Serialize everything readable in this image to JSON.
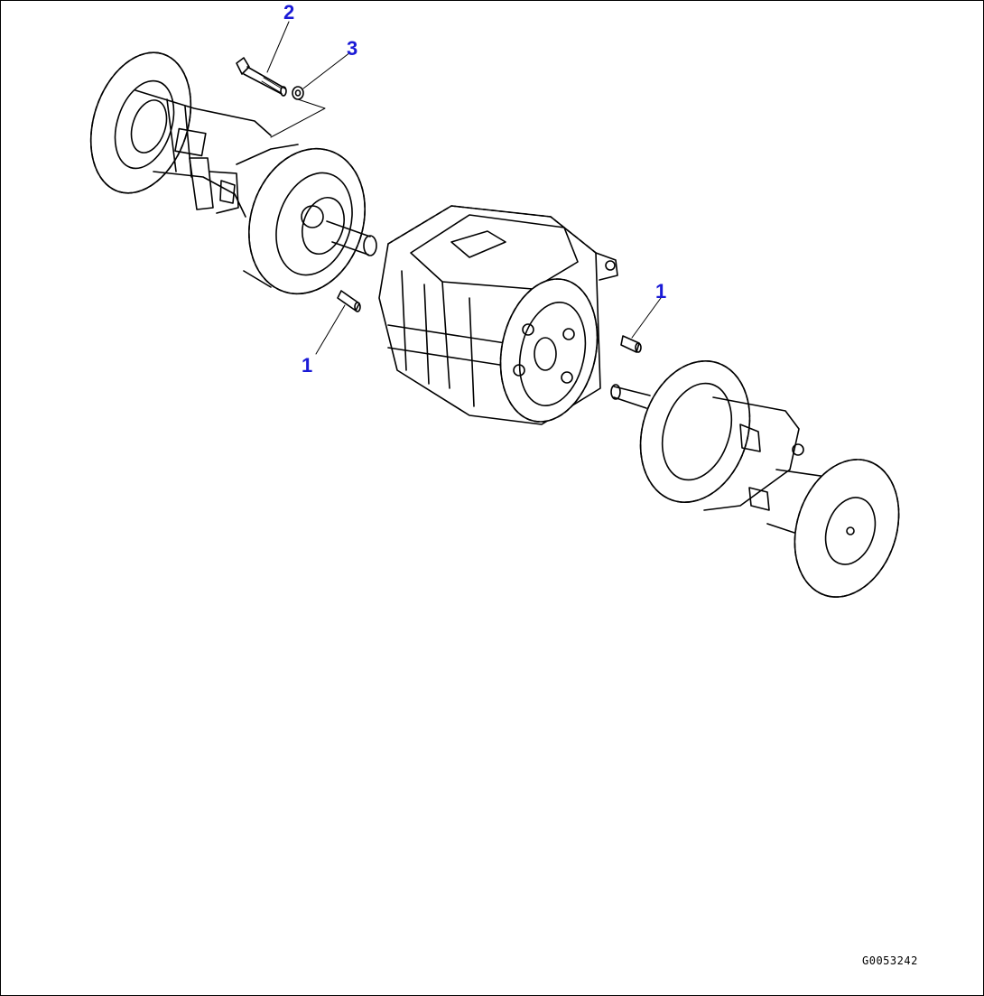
{
  "callouts": {
    "bolt": "2",
    "washer": "3",
    "dowel_left": "1",
    "dowel_right": "1"
  },
  "drawing_code": "G0053242",
  "colors": {
    "callout_color": "#1a1ad6",
    "line_color": "#000000",
    "background": "#ffffff"
  }
}
